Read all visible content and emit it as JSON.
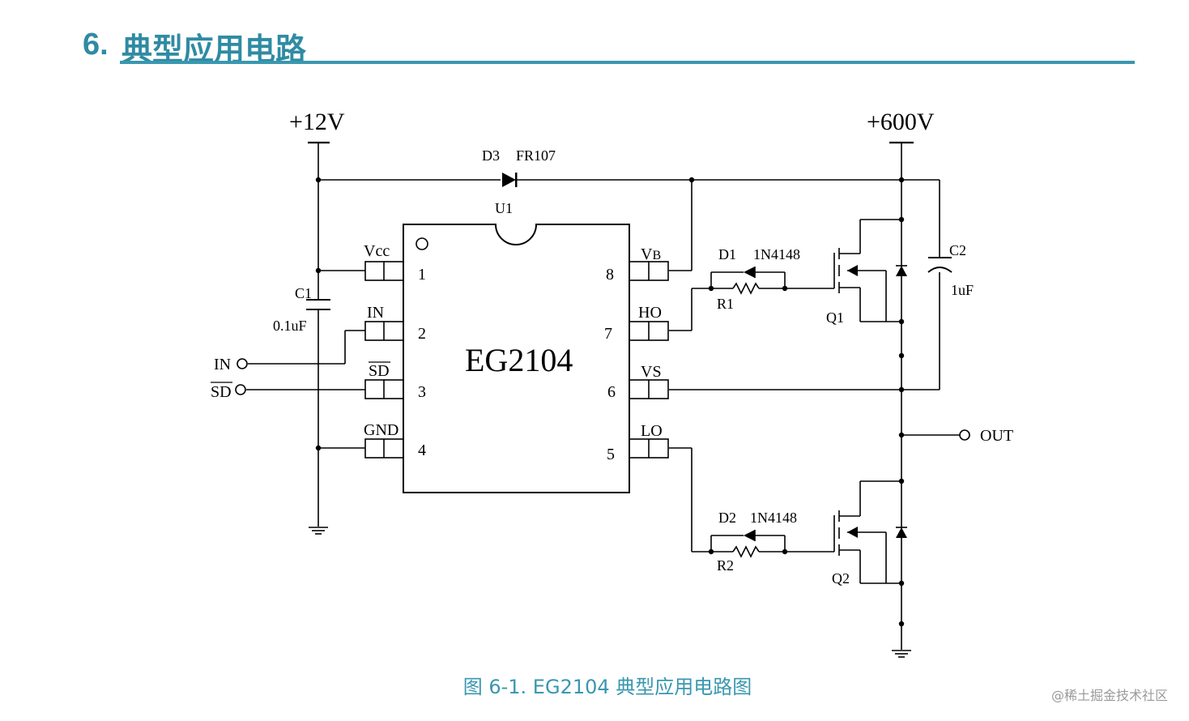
{
  "heading": {
    "number": "6.",
    "title": "典型应用电路"
  },
  "schematic": {
    "supply_low": "+12V",
    "supply_high": "+600V",
    "chip": {
      "ref": "U1",
      "name": "EG2104"
    },
    "pins": [
      {
        "num": "1",
        "label": "Vcc"
      },
      {
        "num": "2",
        "label": "IN"
      },
      {
        "num": "3",
        "label": "SD"
      },
      {
        "num": "4",
        "label": "GND"
      },
      {
        "num": "5",
        "label": "LO"
      },
      {
        "num": "6",
        "label": "VS"
      },
      {
        "num": "7",
        "label": "HO"
      },
      {
        "num": "8",
        "label": "V",
        "sub": "B"
      }
    ],
    "d3": {
      "ref": "D3",
      "part": "FR107"
    },
    "c1": {
      "ref": "C1",
      "value": "0.1uF"
    },
    "c2": {
      "ref": "C2",
      "value": "1uF"
    },
    "d1": {
      "ref": "D1",
      "part": "1N4148"
    },
    "d2": {
      "ref": "D2",
      "part": "1N4148"
    },
    "r1": "R1",
    "r2": "R2",
    "q1": "Q1",
    "q2": "Q2",
    "inputs": {
      "in": "IN",
      "sd": "SD"
    },
    "output": "OUT"
  },
  "caption": "图 6-1. EG2104 典型应用电路图",
  "watermark": "@稀土掘金技术社区"
}
